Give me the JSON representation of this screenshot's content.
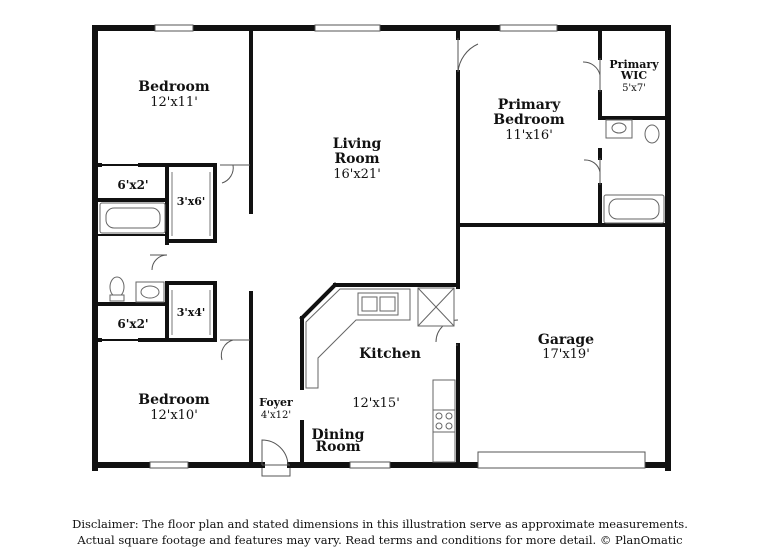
{
  "rooms": {
    "bedroom_top": {
      "name": "Bedroom",
      "dim": "12'x11'"
    },
    "closet_top": {
      "dim": "6'x2'"
    },
    "linen_top": {
      "dim": "3'x6'"
    },
    "closet_bottom": {
      "dim": "6'x2'"
    },
    "linen_bottom": {
      "dim": "3'x4'"
    },
    "bedroom_bottom": {
      "name": "Bedroom",
      "dim": "12'x10'"
    },
    "living": {
      "name_line1": "Living",
      "name_line2": "Room",
      "dim": "16'x21'"
    },
    "foyer": {
      "name": "Foyer",
      "dim": "4'x12'"
    },
    "kitchen": {
      "name": "Kitchen",
      "dim": "12'x15'"
    },
    "dining": {
      "name_line1": "Dining",
      "name_line2": "Room"
    },
    "primary_bedroom": {
      "name_line1": "Primary",
      "name_line2": "Bedroom",
      "dim": "11'x16'"
    },
    "primary_wic": {
      "name_line1": "Primary",
      "name_line2": "WIC",
      "dim": "5'x7'"
    },
    "garage": {
      "name": "Garage",
      "dim": "17'x19'"
    }
  },
  "disclaimer": {
    "line1": "Disclaimer: The floor plan and stated dimensions in this illustration serve as approximate measurements.",
    "line2": "Actual square footage and features may vary. Read terms and conditions for more detail. © PlanOmatic"
  },
  "colors": {
    "wall": "#111111",
    "fixture_line": "#666666",
    "background": "#ffffff"
  }
}
